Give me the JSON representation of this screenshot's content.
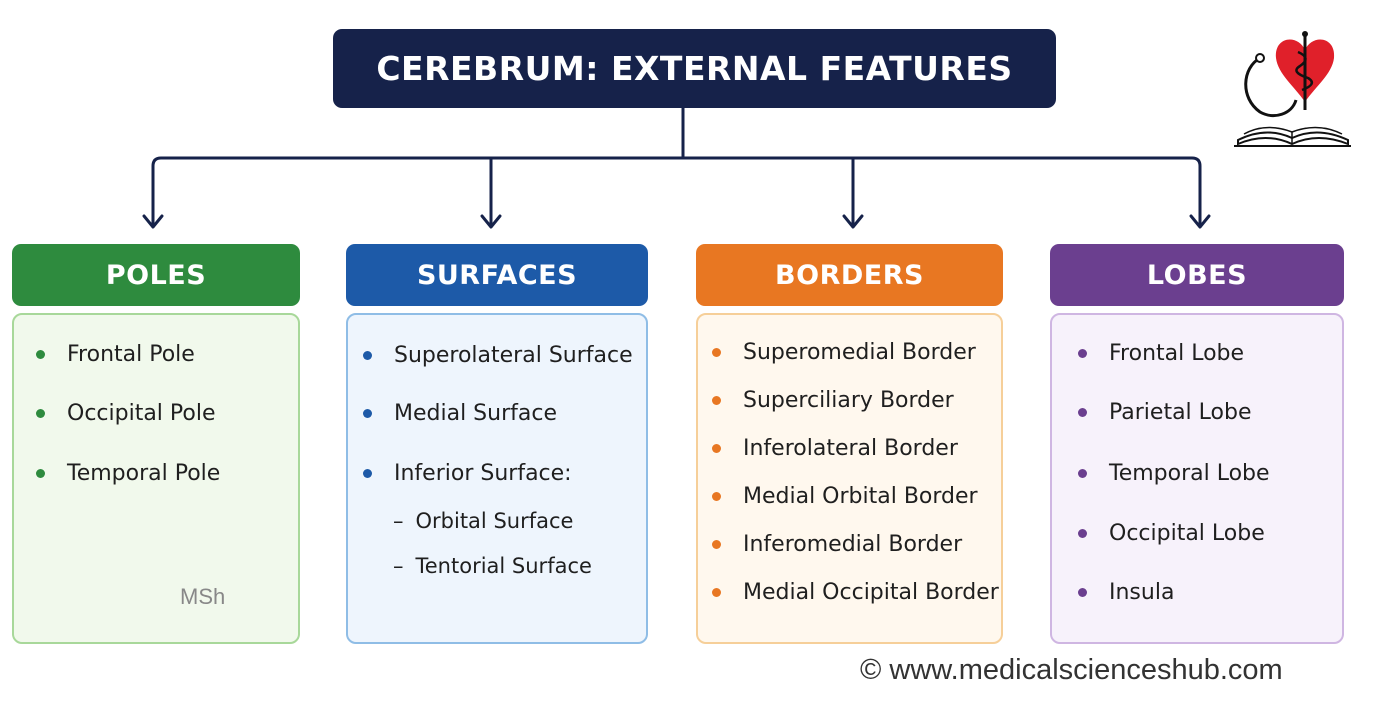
{
  "title": "CEREBRUM: EXTERNAL FEATURES",
  "categories": [
    {
      "heading": "POLES",
      "color": "#2e8b3e",
      "light": "#f1f9ec",
      "border": "#a8d89a",
      "items": [
        "Frontal Pole",
        "Occipital Pole",
        "Temporal Pole"
      ]
    },
    {
      "heading": "SURFACES",
      "color": "#1d5aa8",
      "light": "#eef5fd",
      "border": "#8fbde6",
      "items": [
        "Superolateral Surface",
        "Medial Surface",
        "Inferior Surface:"
      ],
      "subitems": [
        "Orbital Surface",
        "Tentorial Surface"
      ]
    },
    {
      "heading": "BORDERS",
      "color": "#e87722",
      "light": "#fff8ee",
      "border": "#f6cf99",
      "items": [
        "Superomedial Border",
        "Superciliary Border",
        "Inferolateral Border",
        "Medial Orbital Border",
        "Inferomedial Border",
        "Medial Occipital Border"
      ]
    },
    {
      "heading": "LOBES",
      "color": "#6b3f8f",
      "light": "#f7f2fb",
      "border": "#cfb6e2",
      "items": [
        "Frontal Lobe",
        "Parietal Lobe",
        "Temporal Lobe",
        "Occipital Lobe",
        "Insula"
      ]
    }
  ],
  "watermark": "MSh",
  "footer": "© www.medicalscienceshub.com",
  "logo_icon": "stethoscope-heart-book-icon"
}
